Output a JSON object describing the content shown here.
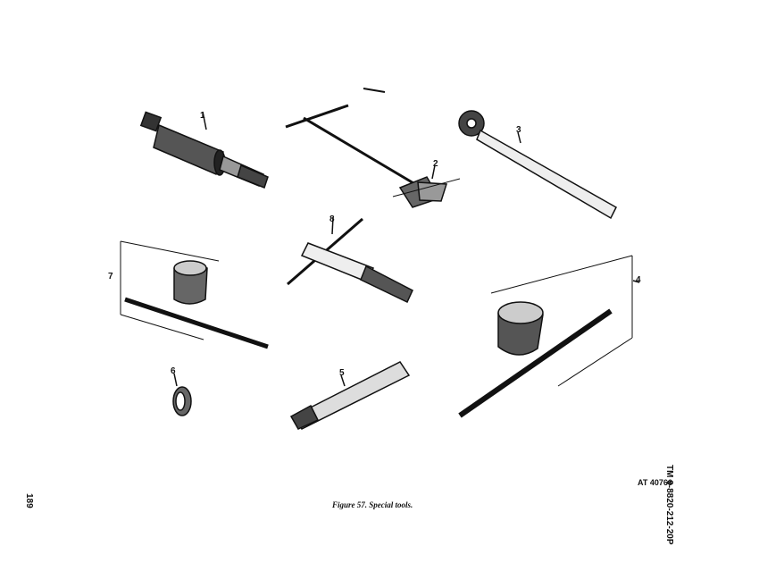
{
  "figure": {
    "caption": "Figure 57. Special tools.",
    "figure_id": "AT 40766",
    "manual_number": "TM 9-8820-212-20P",
    "page_number": "189",
    "callouts": [
      "1",
      "2",
      "3",
      "4",
      "5",
      "6",
      "7",
      "8"
    ]
  },
  "colors": {
    "ink": "#111111",
    "paper": "#ffffff",
    "shade": "#555555"
  }
}
